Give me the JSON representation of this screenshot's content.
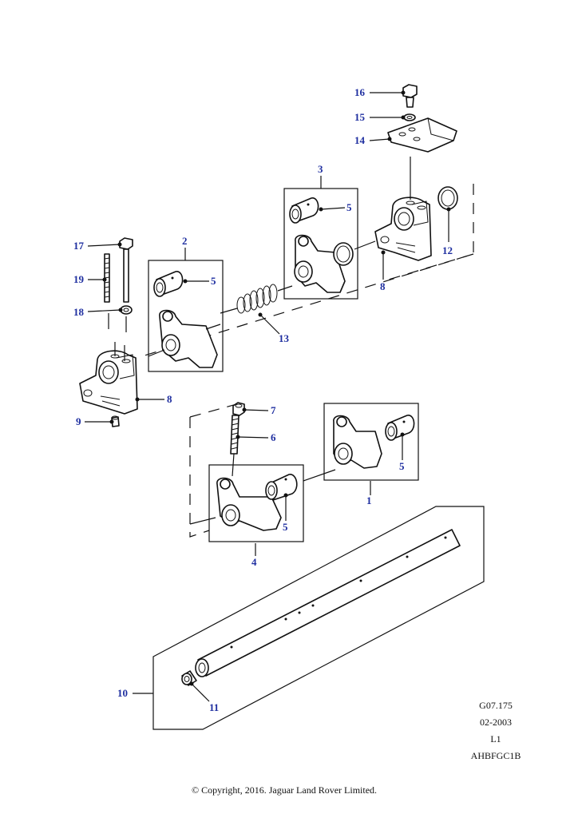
{
  "callouts": {
    "c1": "1",
    "c2": "2",
    "c3": "3",
    "c4": "4",
    "c5a": "5",
    "c5b": "5",
    "c5c": "5",
    "c5d": "5",
    "c6": "6",
    "c7": "7",
    "c8a": "8",
    "c8b": "8",
    "c9": "9",
    "c10": "10",
    "c11": "11",
    "c12": "12",
    "c13": "13",
    "c14": "14",
    "c15": "15",
    "c16": "16",
    "c17": "17",
    "c18": "18",
    "c19": "19"
  },
  "reference": {
    "code": "G07.175",
    "date": "02-2003",
    "level": "L1",
    "id": "AHBFGC1B"
  },
  "copyright": "© Copyright, 2016. Jaguar Land Rover Limited.",
  "colors": {
    "callout": "#1f2fa0",
    "line": "#111111"
  }
}
